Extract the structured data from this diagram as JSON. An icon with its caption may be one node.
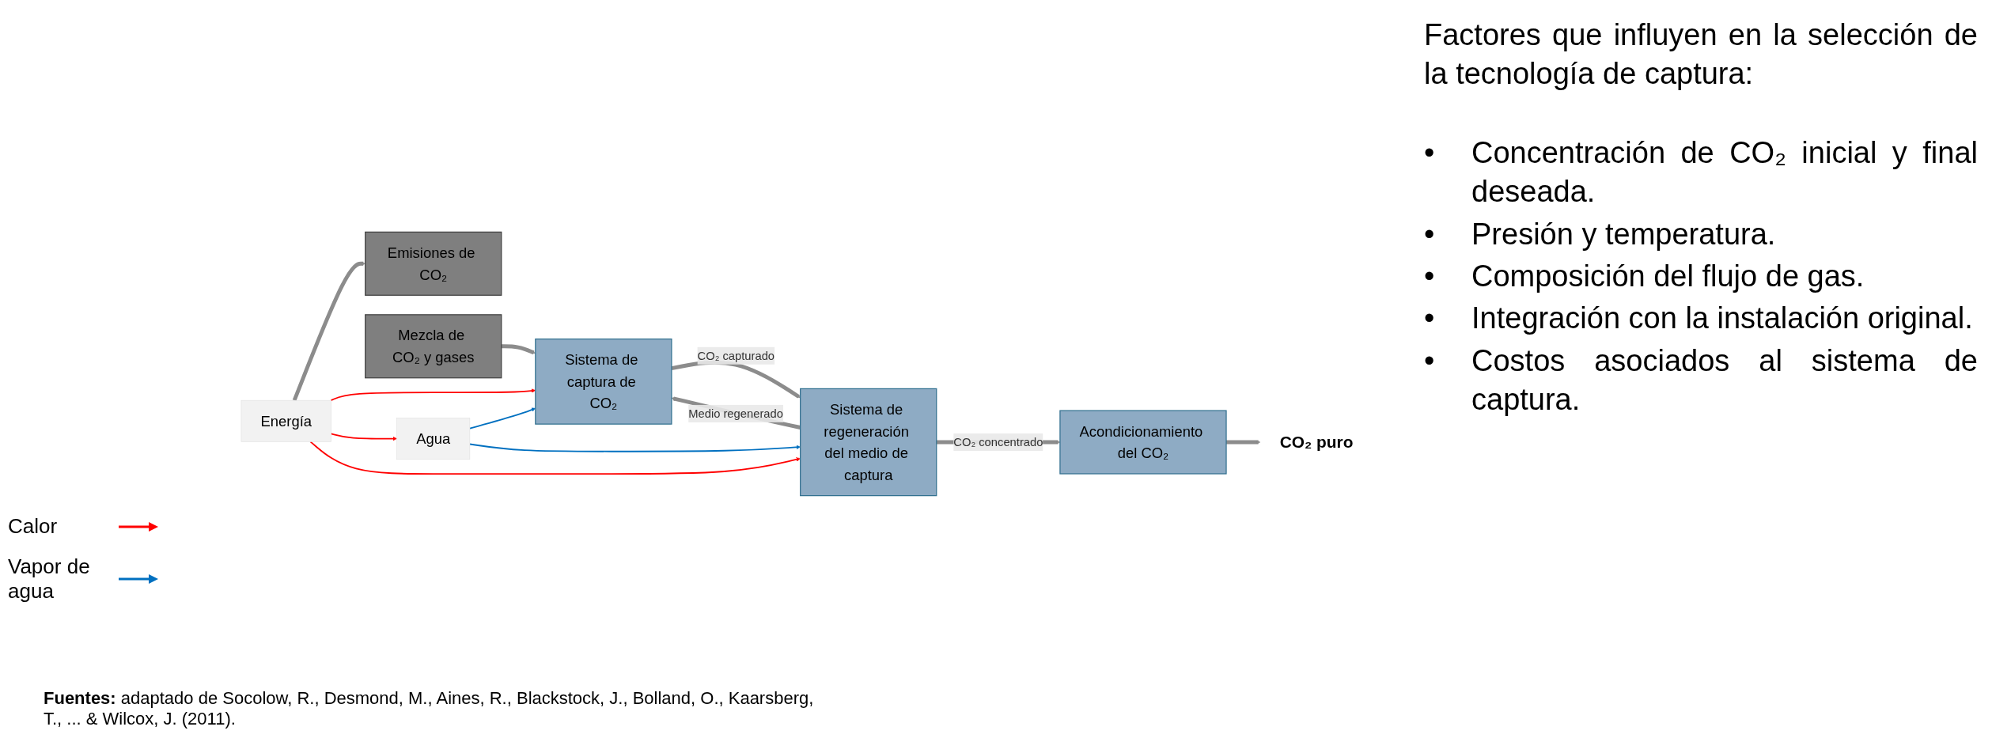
{
  "diagram": {
    "nodes": [
      {
        "text": [
          "Emisiones de CO₂"
        ]
      },
      {
        "text": [
          "Mezcla de CO₂ y gases"
        ]
      },
      {
        "text": [
          "Energía"
        ]
      },
      {
        "text": [
          "Sistema de captura de CO₂"
        ]
      },
      {
        "text": [
          "Agua"
        ]
      },
      {
        "text": [
          "Sistema de regeneración del medio de captura"
        ]
      },
      {
        "text": [
          "Acondicionamiento del CO₂"
        ]
      },
      {
        "text": [
          "CO₂ puro"
        ]
      }
    ],
    "edges": [
      {
        "from": 2,
        "to": 0,
        "arrow": "to"
      },
      {
        "from": 1,
        "to": 3,
        "arrow": "to"
      },
      {
        "from": 2,
        "to": 3,
        "arrow": "to",
        "color": "#ff0000"
      },
      {
        "from": 2,
        "to": 4,
        "arrow": "to",
        "color": "#ff0000"
      },
      {
        "from": 2,
        "to": 5,
        "arrow": "to",
        "color": "#ff0000"
      },
      {
        "from": 4,
        "to": 3,
        "arrow": "to",
        "color": "#0070c0"
      },
      {
        "from": 4,
        "to": 5,
        "arrow": "to",
        "color": "#0070c0"
      },
      {
        "from": 5,
        "to": 3,
        "arrow": "to",
        "label": "Medio regenerado"
      },
      {
        "from": 3,
        "to": 5,
        "arrow": "to",
        "label": "CO₂ capturado"
      },
      {
        "from": 5,
        "to": 6,
        "arrow": "to",
        "label": "CO₂ concentrado"
      },
      {
        "from": 6,
        "to": 7,
        "arrow": "to"
      }
    ],
    "labels": [
      "Factores que influyen en la selección de la tecnología de captura:",
      "•",
      "Concentración de CO₂ inicial y final deseada.",
      "•",
      "Presión y temperatura.",
      "•",
      "Composición del flujo de gas.",
      "•",
      "Integración con la instalación original.",
      "•",
      "Costos asociados al sistema de captura.",
      "**Fuentes:** adaptado de Socolow, R., Desmond, M., Aines, R., Blackstock, J., Bolland, O., Kaarsberg, T., ... & Wilcox, J. (2011)."
    ],
    "legend": [
      {
        "text": "Calor"
      },
      {
        "text": "Vapor de agua"
      }
    ]
  }
}
